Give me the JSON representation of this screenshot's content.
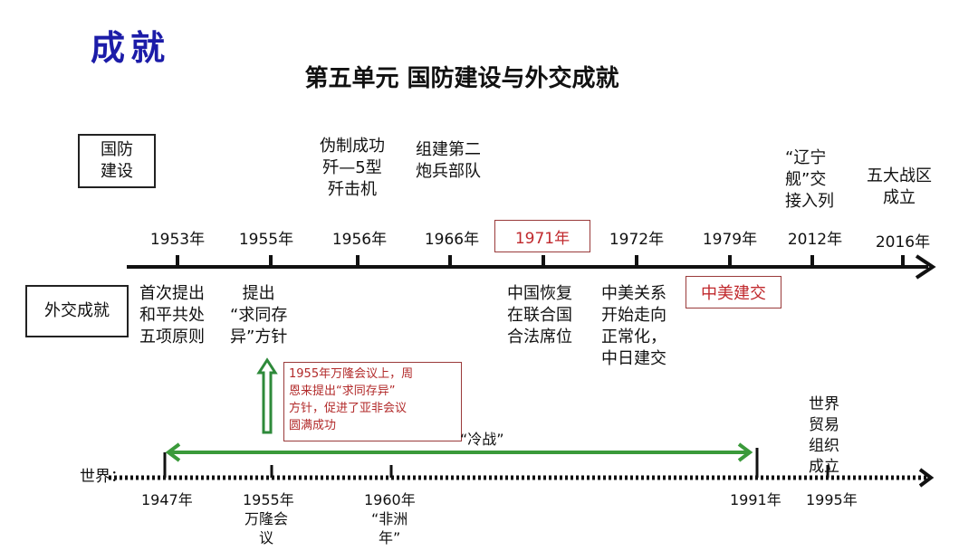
{
  "title": "成就",
  "subtitle": "第五单元  国防建设与外交成就",
  "categories": {
    "defense": "国防\n建设",
    "diplomacy": "外交成就",
    "world": "世界："
  },
  "main_timeline": [
    {
      "year": "1953年",
      "defense": "",
      "diplomacy": "首次提出\n和平共处\n五项原则"
    },
    {
      "year": "1955年",
      "defense": "",
      "diplomacy": "提出\n“求同存\n异”方针"
    },
    {
      "year": "1956年",
      "defense": "伪制成功\n歼—5型\n歼击机",
      "diplomacy": ""
    },
    {
      "year": "1966年",
      "defense": "组建第二\n炮兵部队",
      "diplomacy": ""
    },
    {
      "year": "1971年",
      "defense": "",
      "diplomacy": "中国恢复\n在联合国\n合法席位",
      "highlight": true
    },
    {
      "year": "1972年",
      "defense": "",
      "diplomacy": "中美关系\n开始走向\n正常化，\n中日建交"
    },
    {
      "year": "1979年",
      "defense": "",
      "diplomacy": "中美建交",
      "diplomacy_highlight": true
    },
    {
      "year": "2012年",
      "defense": "“辽宁\n舰”交\n接入列",
      "diplomacy": ""
    },
    {
      "year": "2016年",
      "defense": "五大战区\n成立",
      "diplomacy": ""
    }
  ],
  "note": "1955年万隆会议上，周\n恩来提出“求同存异”\n方针，促进了亚非会议\n圆满成功",
  "cold_war_label": "“冷战”",
  "world_timeline": [
    {
      "year": "1947年",
      "event": ""
    },
    {
      "year": "1955年",
      "event": "万隆会\n议"
    },
    {
      "year": "1960年",
      "event": "“非洲\n年”"
    },
    {
      "year": "1991年",
      "event": ""
    },
    {
      "year": "1995年",
      "event": "世界\n贸易\n组织\n成立"
    }
  ],
  "colors": {
    "title": "#1c1ca8",
    "highlight": "#c0282c",
    "arrow_green": "#3a9a3a"
  }
}
